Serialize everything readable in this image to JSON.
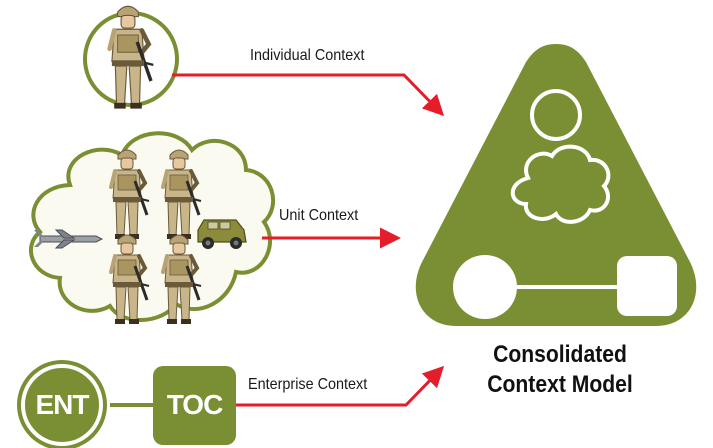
{
  "flows": {
    "individual_label": "Individual Context",
    "unit_label": "Unit Context",
    "enterprise_label": "Enterprise Context"
  },
  "nodes": {
    "ent_label": "ENT",
    "toc_label": "TOC"
  },
  "model": {
    "title_line1": "Consolidated",
    "title_line2": "Context Model"
  },
  "colors": {
    "olive": "#7a8f33",
    "arrow_red": "#e51d2a",
    "cloud_fill": "#fbfaf0",
    "soldier_tan": "#c8b58a",
    "vehicle": "#8b8b3a"
  },
  "icons": [
    "soldier-icon",
    "drone-icon",
    "vehicle-icon",
    "cloud-icon"
  ]
}
